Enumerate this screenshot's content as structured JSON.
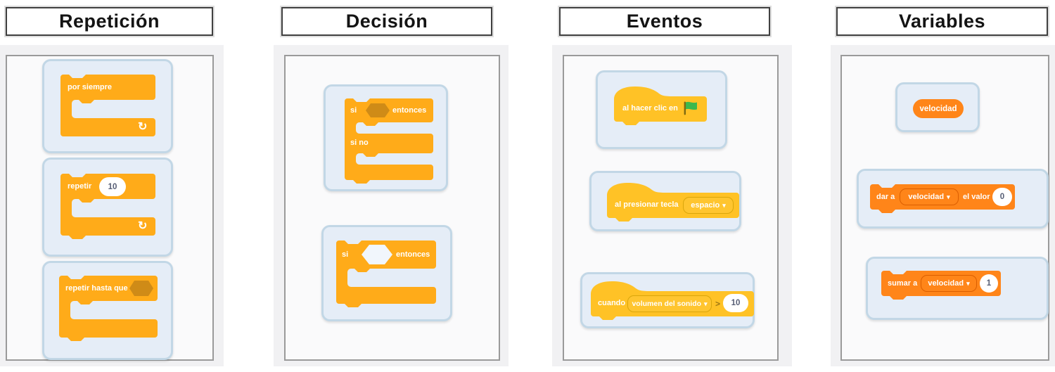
{
  "columns": [
    {
      "title": "Repetición",
      "blocks": [
        {
          "label": "por siempre"
        },
        {
          "label": "repetir",
          "value": "10"
        },
        {
          "label": "repetir hasta que"
        }
      ]
    },
    {
      "title": "Decisión",
      "blocks": [
        {
          "si": "si",
          "entonces": "entonces",
          "sino": "si no"
        },
        {
          "si": "si",
          "entonces": "entonces"
        }
      ]
    },
    {
      "title": "Eventos",
      "blocks": [
        {
          "label": "al hacer clic en"
        },
        {
          "label": "al presionar tecla",
          "dropdown": "espacio"
        },
        {
          "label": "cuando",
          "dropdown": "volumen del sonido",
          "operator": ">",
          "value": "10"
        }
      ]
    },
    {
      "title": "Variables",
      "blocks": [
        {
          "label": "velocidad"
        },
        {
          "label": "dar a",
          "dropdown": "velocidad",
          "label2": "el valor",
          "value": "0"
        },
        {
          "label": "sumar a",
          "dropdown": "velocidad",
          "value": "1"
        }
      ]
    }
  ],
  "icons": {
    "loop_arrow": "↻",
    "dropdown_caret": "▾"
  },
  "colors": {
    "control_orange": "#FFAB19",
    "control_dark": "#CF8B17",
    "events_yellow": "#FFC226",
    "variables_orange": "#FF8519",
    "flag_green": "#3DB84D",
    "value_text": "#575E75",
    "card_bg": "#E5EDF7"
  }
}
